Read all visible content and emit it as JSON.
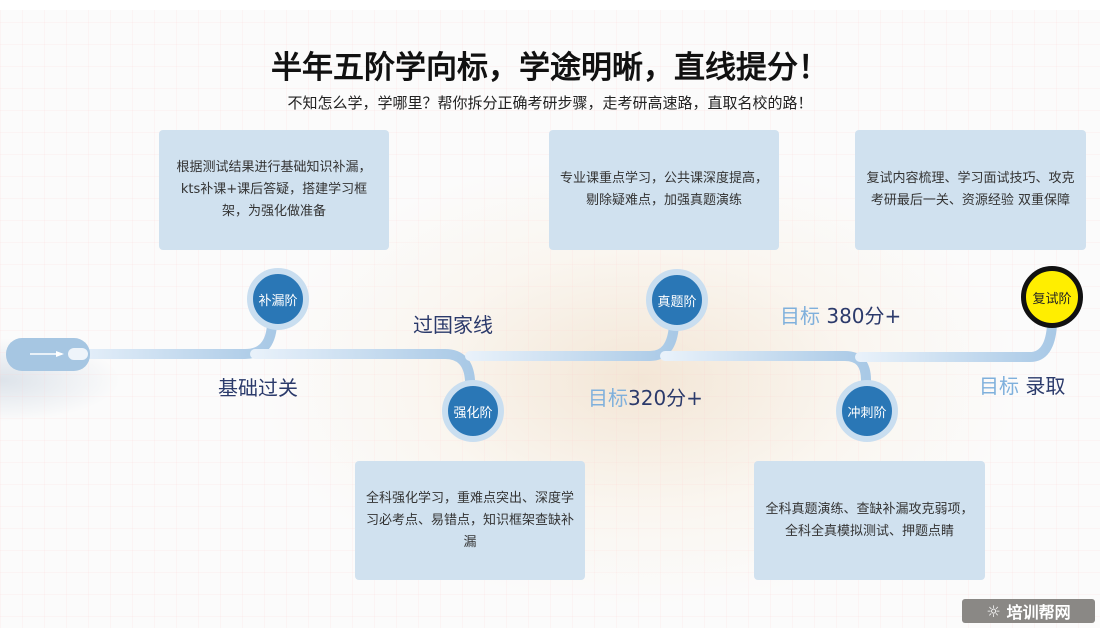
{
  "header": {
    "title": "半年五阶学向标，学途明晰，直线提分！",
    "subtitle": "不知怎么学，学哪里？帮你拆分正确考研步骤，走考研高速路，直取名校的路！"
  },
  "stages": [
    {
      "name": "补漏阶",
      "desc": "根据测试结果进行基础知识补漏，kts补课+课后答疑，搭建学习框架，为强化做准备"
    },
    {
      "name": "强化阶",
      "desc": "全科强化学习，重难点突出、深度学习必考点、易错点，知识框架查缺补漏"
    },
    {
      "name": "真题阶",
      "desc": "专业课重点学习，公共课深度提高，剔除疑难点，加强真题演练"
    },
    {
      "name": "冲刺阶",
      "desc": "全科真题演练、查缺补漏攻克弱项，全科全真模拟测试、押题点睛"
    },
    {
      "name": "复试阶",
      "desc": "复试内容梳理、学习面试技巧、攻克考研最后一关、资源经验 双重保障"
    }
  ],
  "milestones": {
    "m1": "基础过关",
    "m2": "过国家线",
    "m3_prefix": "目标",
    "m3_value": "320分+",
    "m4_prefix": "目标 ",
    "m4_value": "380分+",
    "m5_prefix": "目标 ",
    "m5_value": "录取"
  },
  "watermark": "培训帮网",
  "colors": {
    "node": "#2a77b6",
    "final_node": "#ffee00",
    "card": "#d0e1ef",
    "path": "#a9c9e6"
  }
}
